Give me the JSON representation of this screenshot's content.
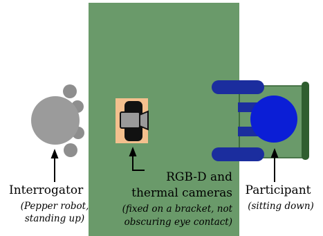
{
  "labels": {
    "interrogator": {
      "title": "Interrogator",
      "note_line1": "(Pepper robot,",
      "note_line2": "standing up)"
    },
    "cameras": {
      "title_line1": "RGB-D and",
      "title_line2": "thermal cameras",
      "note_line1": "(fixed on a bracket, not",
      "note_line2": "obscuring eye contact)"
    },
    "participant": {
      "title": "Participant",
      "note": "(sitting down)"
    }
  },
  "colors": {
    "table": "#6a9a6a",
    "robot": "#9b9b9b",
    "robot_hand": "#8e8e8e",
    "camera_bracket": "#f4c08e",
    "camera_mount": "#111111",
    "camera_body": "#9a9a9a",
    "chair_arm": "#1b2d9e",
    "chair_seat": "#6a9a6a",
    "chair_back": "#2f5e2f",
    "participant": "#0b1ed6",
    "arrow": "#000000"
  },
  "icons": {
    "camera": "video-camera-icon",
    "robot": "robot-topdown-icon",
    "person": "person-topdown-icon",
    "chair": "armchair-topdown-icon"
  }
}
